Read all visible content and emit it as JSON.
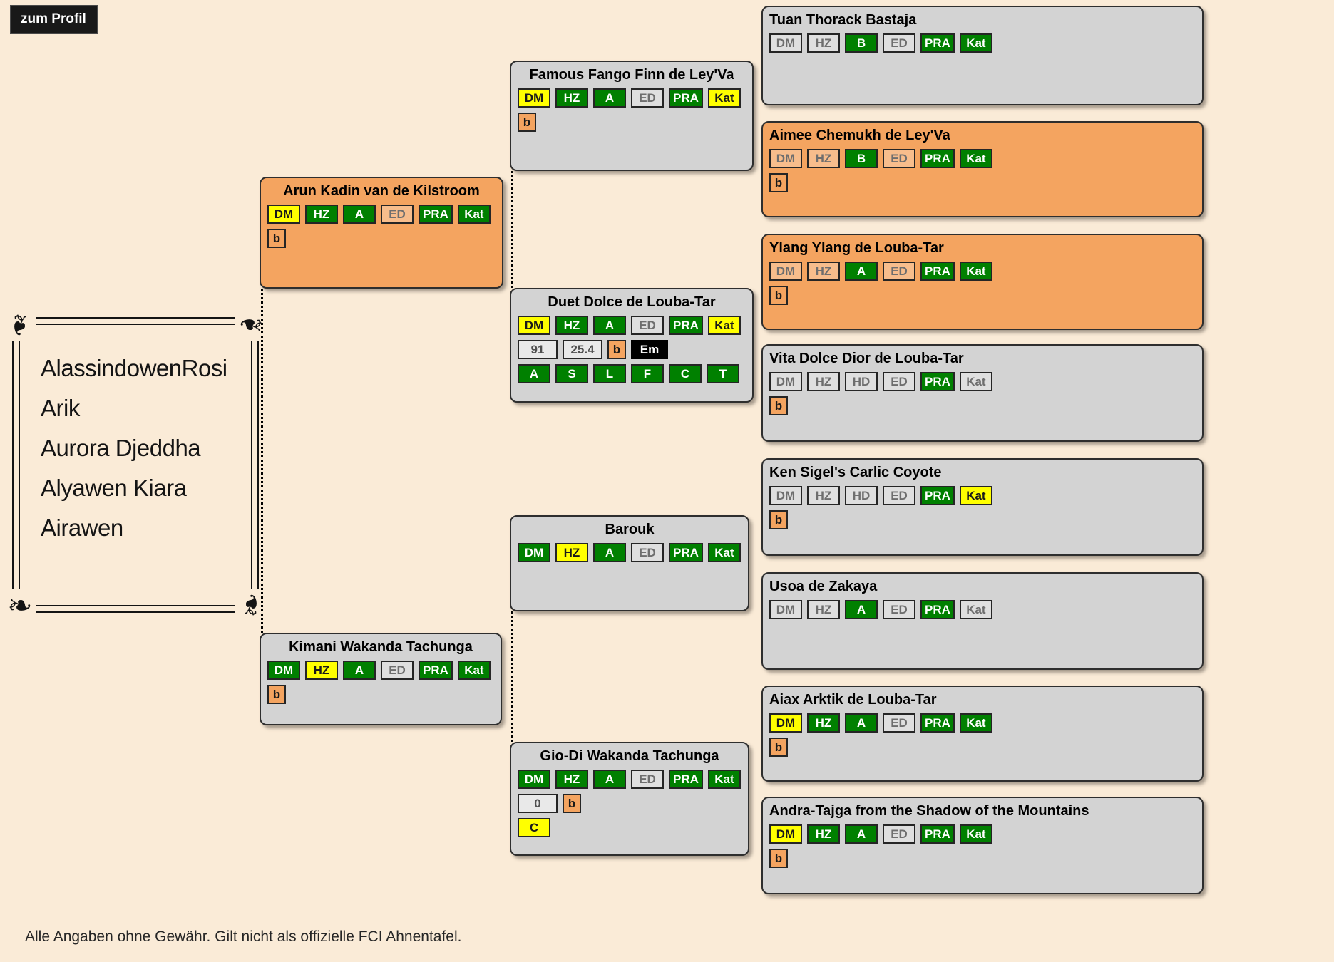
{
  "page": {
    "profile_button_label": "zum Profil",
    "disclaimer": "Alle Angaben ohne Gewähr. Gilt nicht als offizielle FCI Ahnentafel.",
    "colors": {
      "background": "#FAEBD7",
      "box_gray": "#D3D3D3",
      "box_highlight_orange": "#F4A460",
      "badge_green": "#008000",
      "badge_yellow": "#FFFF00",
      "badge_b_orange": "#F4A460",
      "badge_em_black": "#000000"
    }
  },
  "litter": {
    "names": [
      "AlassindowenRosi",
      "Arik",
      "Aurora Djeddha",
      "Alyawen Kiara",
      "Airawen"
    ]
  },
  "ancestors": {
    "arun": {
      "title": "Arun Kadin van de Kilstroom",
      "highlighted": true,
      "rows": [
        [
          {
            "label": "DM",
            "style": "yellow"
          },
          {
            "label": "HZ",
            "style": "green"
          },
          {
            "label": "A",
            "style": "green"
          },
          {
            "label": "ED",
            "style": "plain"
          },
          {
            "label": "PRA",
            "style": "green"
          },
          {
            "label": "Kat",
            "style": "green"
          }
        ],
        [
          {
            "label": "b",
            "style": "b"
          }
        ]
      ]
    },
    "kimani": {
      "title": "Kimani Wakanda Tachunga",
      "highlighted": false,
      "rows": [
        [
          {
            "label": "DM",
            "style": "green"
          },
          {
            "label": "HZ",
            "style": "yellow"
          },
          {
            "label": "A",
            "style": "green"
          },
          {
            "label": "ED",
            "style": "plain"
          },
          {
            "label": "PRA",
            "style": "green"
          },
          {
            "label": "Kat",
            "style": "green"
          }
        ],
        [
          {
            "label": "b",
            "style": "b"
          }
        ]
      ]
    },
    "famous": {
      "title": "Famous Fango Finn de Ley'Va",
      "highlighted": false,
      "rows": [
        [
          {
            "label": "DM",
            "style": "yellow"
          },
          {
            "label": "HZ",
            "style": "green"
          },
          {
            "label": "A",
            "style": "green"
          },
          {
            "label": "ED",
            "style": "plain"
          },
          {
            "label": "PRA",
            "style": "green"
          },
          {
            "label": "Kat",
            "style": "yellow"
          }
        ],
        [
          {
            "label": "b",
            "style": "b"
          }
        ]
      ]
    },
    "duet": {
      "title": "Duet Dolce de Louba-Tar",
      "highlighted": false,
      "rows": [
        [
          {
            "label": "DM",
            "style": "yellow"
          },
          {
            "label": "HZ",
            "style": "green"
          },
          {
            "label": "A",
            "style": "green"
          },
          {
            "label": "ED",
            "style": "plain"
          },
          {
            "label": "PRA",
            "style": "green"
          },
          {
            "label": "Kat",
            "style": "yellow"
          }
        ],
        [
          {
            "label": "91",
            "style": "value"
          },
          {
            "label": "25.4",
            "style": "value"
          },
          {
            "label": "b",
            "style": "b"
          },
          {
            "label": "Em",
            "style": "em"
          }
        ],
        [
          {
            "label": "A",
            "style": "green"
          },
          {
            "label": "S",
            "style": "green"
          },
          {
            "label": "L",
            "style": "green"
          },
          {
            "label": "F",
            "style": "green"
          },
          {
            "label": "C",
            "style": "green"
          },
          {
            "label": "T",
            "style": "green"
          }
        ]
      ]
    },
    "barouk": {
      "title": "Barouk",
      "highlighted": false,
      "rows": [
        [
          {
            "label": "DM",
            "style": "green"
          },
          {
            "label": "HZ",
            "style": "yellow"
          },
          {
            "label": "A",
            "style": "green"
          },
          {
            "label": "ED",
            "style": "plain"
          },
          {
            "label": "PRA",
            "style": "green"
          },
          {
            "label": "Kat",
            "style": "green"
          }
        ]
      ]
    },
    "giodi": {
      "title": "Gio-Di Wakanda Tachunga",
      "highlighted": false,
      "rows": [
        [
          {
            "label": "DM",
            "style": "green"
          },
          {
            "label": "HZ",
            "style": "green"
          },
          {
            "label": "A",
            "style": "green"
          },
          {
            "label": "ED",
            "style": "plain"
          },
          {
            "label": "PRA",
            "style": "green"
          },
          {
            "label": "Kat",
            "style": "green"
          }
        ],
        [
          {
            "label": "0",
            "style": "value"
          },
          {
            "label": "b",
            "style": "b"
          }
        ],
        [
          {
            "label": "C",
            "style": "c"
          }
        ]
      ]
    },
    "tuan": {
      "title": "Tuan Thorack Bastaja",
      "highlighted": false,
      "rows": [
        [
          {
            "label": "DM",
            "style": "plain"
          },
          {
            "label": "HZ",
            "style": "plain"
          },
          {
            "label": "B",
            "style": "green"
          },
          {
            "label": "ED",
            "style": "plain"
          },
          {
            "label": "PRA",
            "style": "green"
          },
          {
            "label": "Kat",
            "style": "green"
          }
        ]
      ]
    },
    "aimee": {
      "title": "Aimee Chemukh de Ley'Va",
      "highlighted": true,
      "rows": [
        [
          {
            "label": "DM",
            "style": "plain"
          },
          {
            "label": "HZ",
            "style": "plain"
          },
          {
            "label": "B",
            "style": "green"
          },
          {
            "label": "ED",
            "style": "plain"
          },
          {
            "label": "PRA",
            "style": "green"
          },
          {
            "label": "Kat",
            "style": "green"
          }
        ],
        [
          {
            "label": "b",
            "style": "b"
          }
        ]
      ]
    },
    "ylang": {
      "title": "Ylang Ylang de Louba-Tar",
      "highlighted": true,
      "rows": [
        [
          {
            "label": "DM",
            "style": "plain"
          },
          {
            "label": "HZ",
            "style": "plain"
          },
          {
            "label": "A",
            "style": "green"
          },
          {
            "label": "ED",
            "style": "plain"
          },
          {
            "label": "PRA",
            "style": "green"
          },
          {
            "label": "Kat",
            "style": "green"
          }
        ],
        [
          {
            "label": "b",
            "style": "b"
          }
        ]
      ]
    },
    "vita": {
      "title": "Vita Dolce Dior de Louba-Tar",
      "highlighted": false,
      "rows": [
        [
          {
            "label": "DM",
            "style": "plain"
          },
          {
            "label": "HZ",
            "style": "plain"
          },
          {
            "label": "HD",
            "style": "plain"
          },
          {
            "label": "ED",
            "style": "plain"
          },
          {
            "label": "PRA",
            "style": "green"
          },
          {
            "label": "Kat",
            "style": "plain"
          }
        ],
        [
          {
            "label": "b",
            "style": "b"
          }
        ]
      ]
    },
    "ken": {
      "title": "Ken Sigel's Carlic Coyote",
      "highlighted": false,
      "rows": [
        [
          {
            "label": "DM",
            "style": "plain"
          },
          {
            "label": "HZ",
            "style": "plain"
          },
          {
            "label": "HD",
            "style": "plain"
          },
          {
            "label": "ED",
            "style": "plain"
          },
          {
            "label": "PRA",
            "style": "green"
          },
          {
            "label": "Kat",
            "style": "yellow"
          }
        ],
        [
          {
            "label": "b",
            "style": "b"
          }
        ]
      ]
    },
    "usoa": {
      "title": "Usoa de Zakaya",
      "highlighted": false,
      "rows": [
        [
          {
            "label": "DM",
            "style": "plain"
          },
          {
            "label": "HZ",
            "style": "plain"
          },
          {
            "label": "A",
            "style": "green"
          },
          {
            "label": "ED",
            "style": "plain"
          },
          {
            "label": "PRA",
            "style": "green"
          },
          {
            "label": "Kat",
            "style": "plain"
          }
        ]
      ]
    },
    "aiax": {
      "title": "Aiax Arktik de Louba-Tar",
      "highlighted": false,
      "rows": [
        [
          {
            "label": "DM",
            "style": "yellow"
          },
          {
            "label": "HZ",
            "style": "green"
          },
          {
            "label": "A",
            "style": "green"
          },
          {
            "label": "ED",
            "style": "plain"
          },
          {
            "label": "PRA",
            "style": "green"
          },
          {
            "label": "Kat",
            "style": "green"
          }
        ],
        [
          {
            "label": "b",
            "style": "b"
          }
        ]
      ]
    },
    "andra": {
      "title": "Andra-Tajga from the Shadow of the Mountains",
      "highlighted": false,
      "rows": [
        [
          {
            "label": "DM",
            "style": "yellow"
          },
          {
            "label": "HZ",
            "style": "green"
          },
          {
            "label": "A",
            "style": "green"
          },
          {
            "label": "ED",
            "style": "plain"
          },
          {
            "label": "PRA",
            "style": "green"
          },
          {
            "label": "Kat",
            "style": "green"
          }
        ],
        [
          {
            "label": "b",
            "style": "b"
          }
        ]
      ]
    }
  }
}
